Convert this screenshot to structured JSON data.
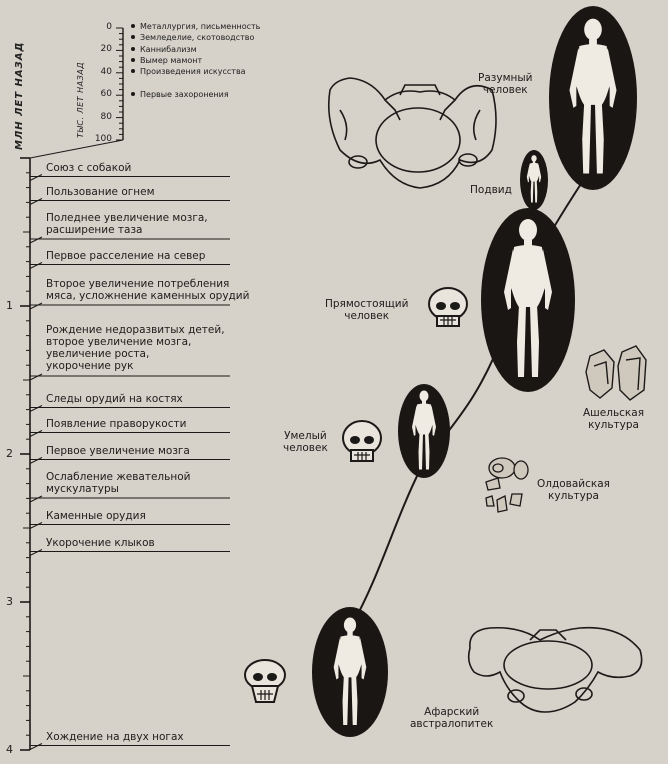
{
  "axis": {
    "mln_label": "МЛН ЛЕТ НАЗАД",
    "tys_label": "ТЫС. ЛЕТ НАЗАД",
    "mln_ticks": [
      "1",
      "2",
      "3",
      "4"
    ],
    "tys_ticks": [
      "0",
      "20",
      "40",
      "60",
      "80",
      "100"
    ]
  },
  "tys_events": [
    "Металлургия, письменность",
    "Земледелие, скотоводство",
    "Каннибализм",
    "Вымер мамонт",
    "Произведения искусства",
    "Первые захоронения"
  ],
  "events": [
    {
      "lines": [
        "Союз с собакой"
      ]
    },
    {
      "lines": [
        "Пользование огнем"
      ]
    },
    {
      "lines": [
        "Поледнее увеличение мозга,",
        "расширение таза"
      ]
    },
    {
      "lines": [
        "Первое  расселение на север"
      ]
    },
    {
      "lines": [
        "Второе увеличение потребления",
        "мяса, усложнение каменных орудий"
      ]
    },
    {
      "lines": [
        "Рождение недоразвитых детей,",
        "второе увеличение мозга,",
        "увеличение роста,",
        "укорочение рук"
      ]
    },
    {
      "lines": [
        "Следы орудий на костях"
      ]
    },
    {
      "lines": [
        "Появление праворукости"
      ]
    },
    {
      "lines": [
        "Первое увеличение мозга"
      ]
    },
    {
      "lines": [
        "Ослабление жевательной",
        "мускулатуры"
      ]
    },
    {
      "lines": [
        "Каменные орудия"
      ]
    },
    {
      "lines": [
        "Укорочение клыков"
      ]
    },
    {
      "lines": [
        "Хождение на двух ногах"
      ]
    }
  ],
  "species": {
    "sapiens": [
      "Разумный",
      "человек"
    ],
    "podvid": "Подвид",
    "erectus": [
      "Прямостоящий",
      "человек"
    ],
    "habilis": [
      "Умелый",
      "человек"
    ],
    "afarensis": [
      "Афарский",
      "австралопитек"
    ]
  },
  "cultures": {
    "acheulean": [
      "Ашельская",
      "культура"
    ],
    "oldowan": [
      "Олдовайская",
      "культура"
    ]
  },
  "colors": {
    "background": "#d6d1c9",
    "ink": "#1c1a18",
    "oval": "#1a1613",
    "figure": "#efeae2"
  }
}
